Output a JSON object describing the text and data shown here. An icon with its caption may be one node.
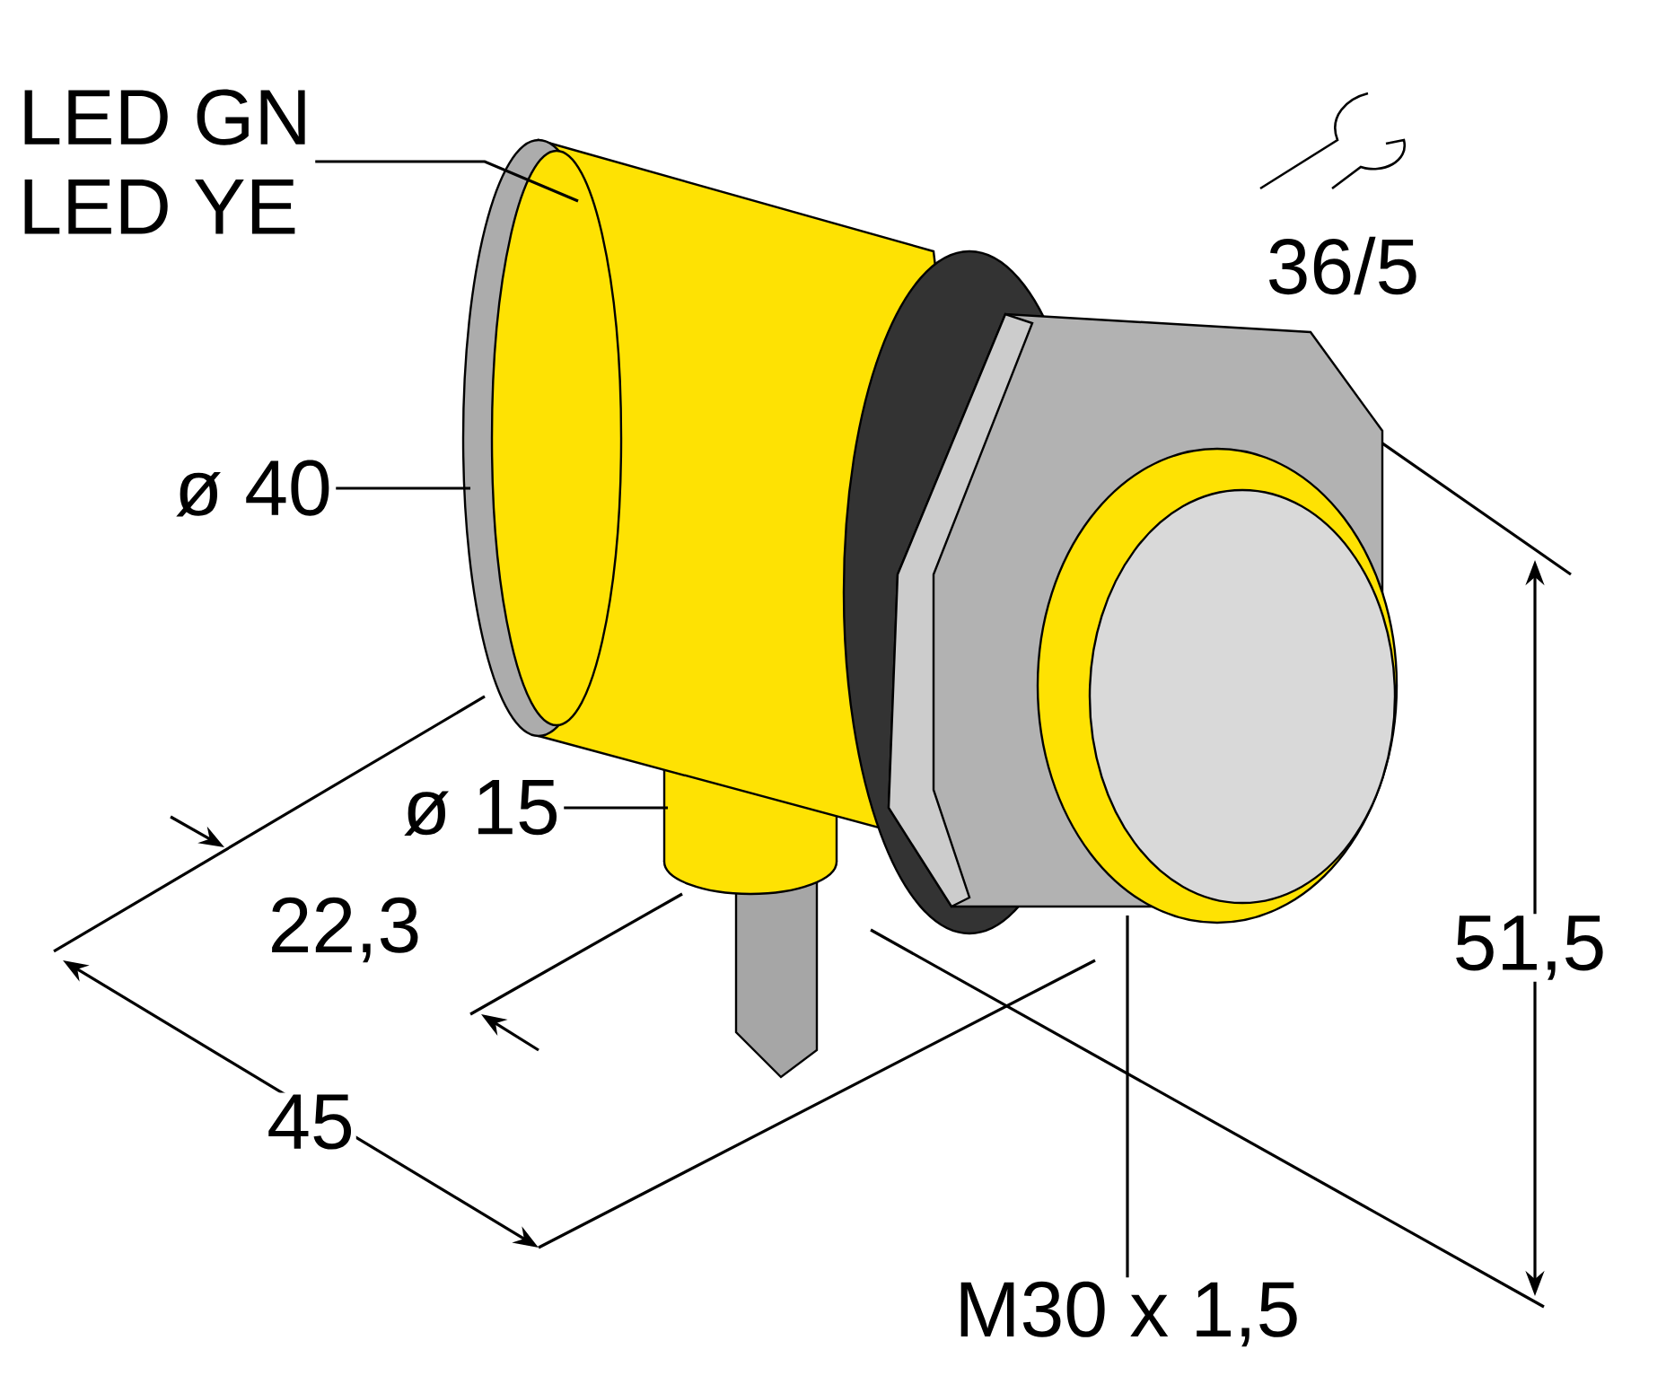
{
  "diagram": {
    "nodes": [
      {
        "text": [
          "LED GN",
          "LED YE"
        ]
      },
      {
        "text": [
          "ø 40"
        ]
      },
      {
        "text": [
          "ø 15"
        ]
      },
      {
        "text": [
          "M30 x 1,5"
        ]
      }
    ],
    "edges": [
      {
        "from": 0,
        "to": null,
        "arrow": "none"
      },
      {
        "from": 1,
        "to": null,
        "arrow": "none"
      },
      {
        "from": 2,
        "to": null,
        "arrow": "none"
      },
      {
        "from": 3,
        "to": null,
        "arrow": "none"
      }
    ],
    "labels": [
      "36/5",
      "22,3",
      "45",
      "51,5"
    ]
  }
}
